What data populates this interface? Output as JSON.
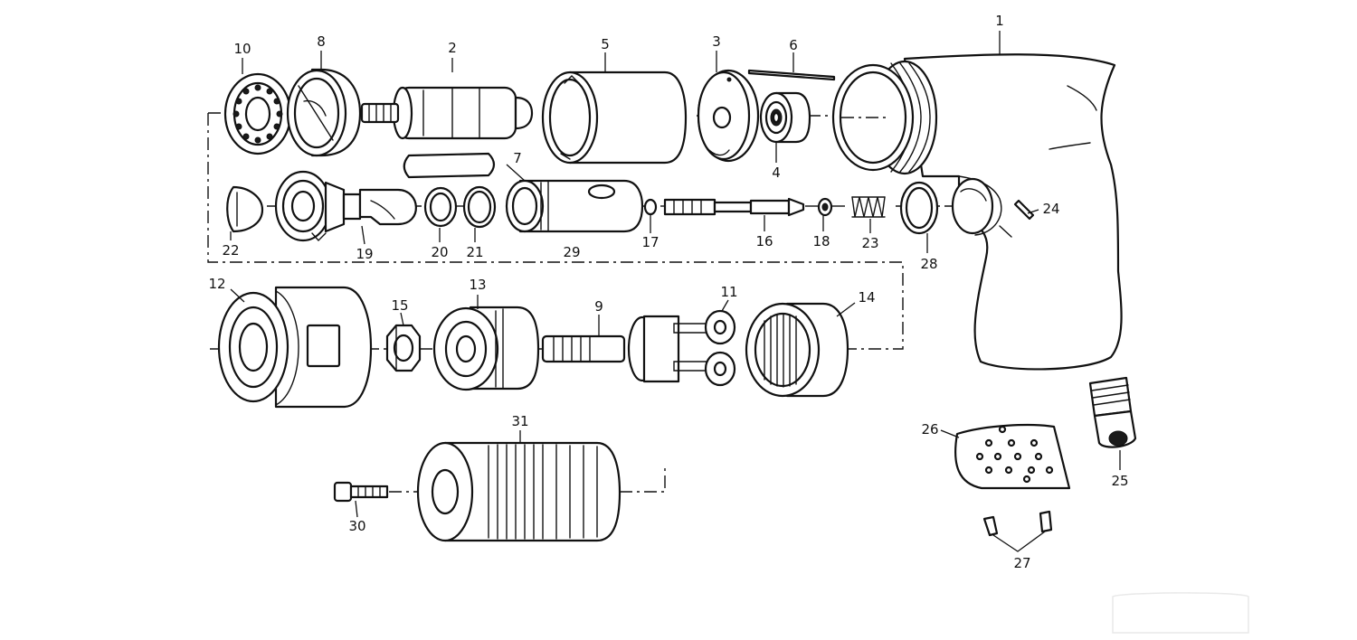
{
  "diagram": {
    "type": "exploded-parts-diagram",
    "callouts": [
      "1",
      "2",
      "3",
      "4",
      "5",
      "6",
      "7",
      "8",
      "9",
      "10",
      "11",
      "12",
      "13",
      "14",
      "15",
      "16",
      "17",
      "18",
      "19",
      "20",
      "21",
      "22",
      "23",
      "24",
      "26",
      "27",
      "28",
      "29",
      "30",
      "31",
      "25"
    ]
  }
}
